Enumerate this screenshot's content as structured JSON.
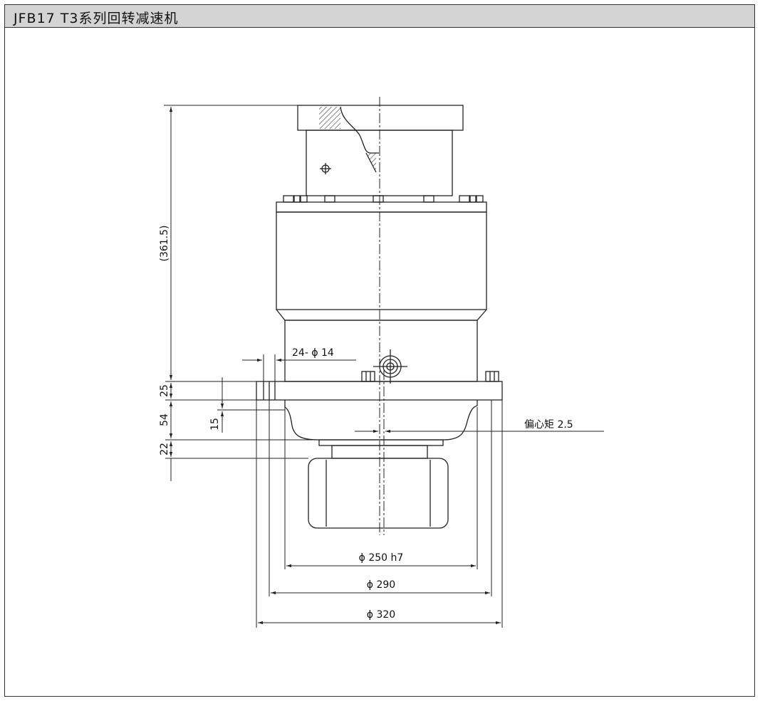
{
  "title": "JFB17 T3系列回转减速机",
  "dimensions": {
    "overall_height": "(361.5)",
    "bolt_holes": "24- ϕ 14",
    "flange_thickness": "25",
    "spigot_depth": "15",
    "housing_height": "54",
    "pinion_offset": "22",
    "eccentric": "偏心矩 2.5",
    "pilot_diameter": "ϕ 250  h7",
    "bolt_circle": "ϕ 290",
    "flange_diameter": "ϕ 320"
  }
}
